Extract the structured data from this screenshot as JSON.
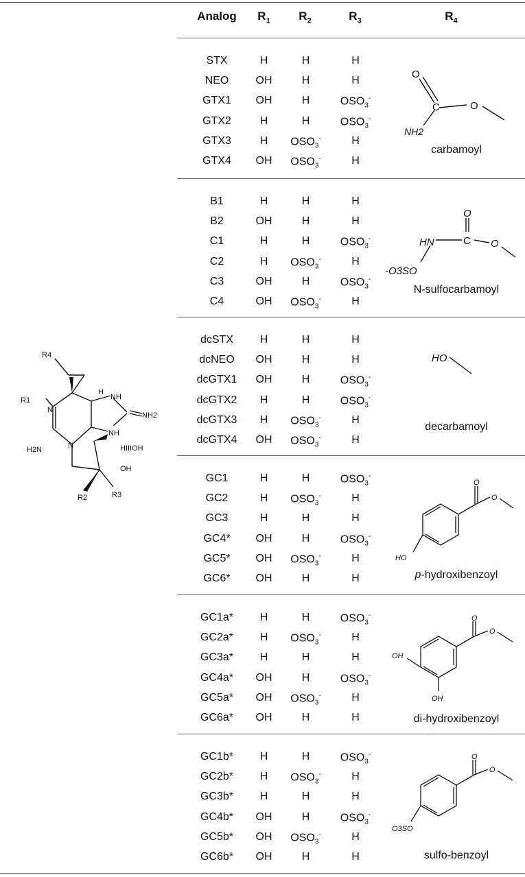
{
  "header": {
    "analog": "Analog",
    "r": "R",
    "r1_sub": "1",
    "r2_sub": "2",
    "r3_sub": "3",
    "r4_sub": "4"
  },
  "core_structure": {
    "labels": {
      "r4": "R4",
      "r1": "R1",
      "r2": "R2",
      "r3": "R3",
      "h": "H",
      "n": "N",
      "nh": "NH",
      "nh2": "NH2",
      "h2n": "H2N",
      "oh": "OH",
      "hoh": "HIIIOH"
    }
  },
  "groups": [
    {
      "r4_name": "carbamoyl",
      "r4_labels": {
        "o": "O",
        "c": "C",
        "nh2": "NH2"
      },
      "rows": [
        {
          "analog": "STX",
          "r1": "H",
          "r2": "H",
          "r3": "H"
        },
        {
          "analog": "NEO",
          "r1": "OH",
          "r2": "H",
          "r3": "H"
        },
        {
          "analog": "GTX1",
          "r1": "OH",
          "r2": "H",
          "r3": "OSO3-"
        },
        {
          "analog": "GTX2",
          "r1": "H",
          "r2": "H",
          "r3": "OSO3-"
        },
        {
          "analog": "GTX3",
          "r1": "H",
          "r2": "OSO3-",
          "r3": "H"
        },
        {
          "analog": "GTX4",
          "r1": "OH",
          "r2": "OSO3-",
          "r3": "H"
        }
      ]
    },
    {
      "r4_name": "N-sulfocarbamoyl",
      "r4_labels": {
        "o": "O",
        "c": "C",
        "hn": "HN",
        "o3so": "-O3SO"
      },
      "rows": [
        {
          "analog": "B1",
          "r1": "H",
          "r2": "H",
          "r3": "H"
        },
        {
          "analog": "B2",
          "r1": "OH",
          "r2": "H",
          "r3": "H"
        },
        {
          "analog": "C1",
          "r1": "H",
          "r2": "H",
          "r3": "OSO3-"
        },
        {
          "analog": "C2",
          "r1": "H",
          "r2": "OSO3-",
          "r3": "H"
        },
        {
          "analog": "C3",
          "r1": "OH",
          "r2": "H",
          "r3": "OSO3-"
        },
        {
          "analog": "C4",
          "r1": "OH",
          "r2": "OSO3-",
          "r3": "H"
        }
      ]
    },
    {
      "r4_name": "decarbamoyl",
      "r4_labels": {
        "ho": "HO"
      },
      "rows": [
        {
          "analog": "dcSTX",
          "r1": "H",
          "r2": "H",
          "r3": "H"
        },
        {
          "analog": "dcNEO",
          "r1": "OH",
          "r2": "H",
          "r3": "H"
        },
        {
          "analog": "dcGTX1",
          "r1": "OH",
          "r2": "H",
          "r3": "OSO3-"
        },
        {
          "analog": "dcGTX2",
          "r1": "H",
          "r2": "H",
          "r3": "OSO3-"
        },
        {
          "analog": "dcGTX3",
          "r1": "H",
          "r2": "OSO3-",
          "r3": "H"
        },
        {
          "analog": "dcGTX4",
          "r1": "OH",
          "r2": "OSO3-",
          "r3": "H"
        }
      ]
    },
    {
      "r4_name_prefix": "p",
      "r4_name": "-hydroxibenzoyl",
      "r4_labels": {
        "ho": "HO"
      },
      "rows": [
        {
          "analog": "GC1",
          "r1": "H",
          "r2": "H",
          "r3": "OSO3-"
        },
        {
          "analog": "GC2",
          "r1": "H",
          "r2": "OSO3-",
          "r3": "H"
        },
        {
          "analog": "GC3",
          "r1": "H",
          "r2": "H",
          "r3": "H"
        },
        {
          "analog": "GC4*",
          "r1": "OH",
          "r2": "H",
          "r3": "OSO3-"
        },
        {
          "analog": "GC5*",
          "r1": "OH",
          "r2": "OSO3-",
          "r3": "H"
        },
        {
          "analog": "GC6*",
          "r1": "OH",
          "r2": "H",
          "r3": "H"
        }
      ]
    },
    {
      "r4_name": "di-hydroxibenzoyl",
      "r4_labels": {
        "oh": "OH"
      },
      "rows": [
        {
          "analog": "GC1a*",
          "r1": "H",
          "r2": "H",
          "r3": "OSO3-"
        },
        {
          "analog": "GC2a*",
          "r1": "H",
          "r2": "OSO3-",
          "r3": "H"
        },
        {
          "analog": "GC3a*",
          "r1": "H",
          "r2": "H",
          "r3": "H"
        },
        {
          "analog": "GC4a*",
          "r1": "OH",
          "r2": "H",
          "r3": "OSO3-"
        },
        {
          "analog": "GC5a*",
          "r1": "OH",
          "r2": "OSO3-",
          "r3": "H"
        },
        {
          "analog": "GC6a*",
          "r1": "OH",
          "r2": "H",
          "r3": "H"
        }
      ]
    },
    {
      "r4_name": "sulfo-benzoyl",
      "r4_labels": {
        "o3so": "O3SO"
      },
      "rows": [
        {
          "analog": "GC1b*",
          "r1": "H",
          "r2": "H",
          "r3": "OSO3-"
        },
        {
          "analog": "GC2b*",
          "r1": "H",
          "r2": "OSO3-",
          "r3": "H"
        },
        {
          "analog": "GC3b*",
          "r1": "H",
          "r2": "H",
          "r3": "H"
        },
        {
          "analog": "GC4b*",
          "r1": "OH",
          "r2": "H",
          "r3": "OSO3-"
        },
        {
          "analog": "GC5b*",
          "r1": "OH",
          "r2": "OSO3-",
          "r3": "H"
        },
        {
          "analog": "GC6b*",
          "r1": "OH",
          "r2": "H",
          "r3": "H"
        }
      ]
    }
  ]
}
